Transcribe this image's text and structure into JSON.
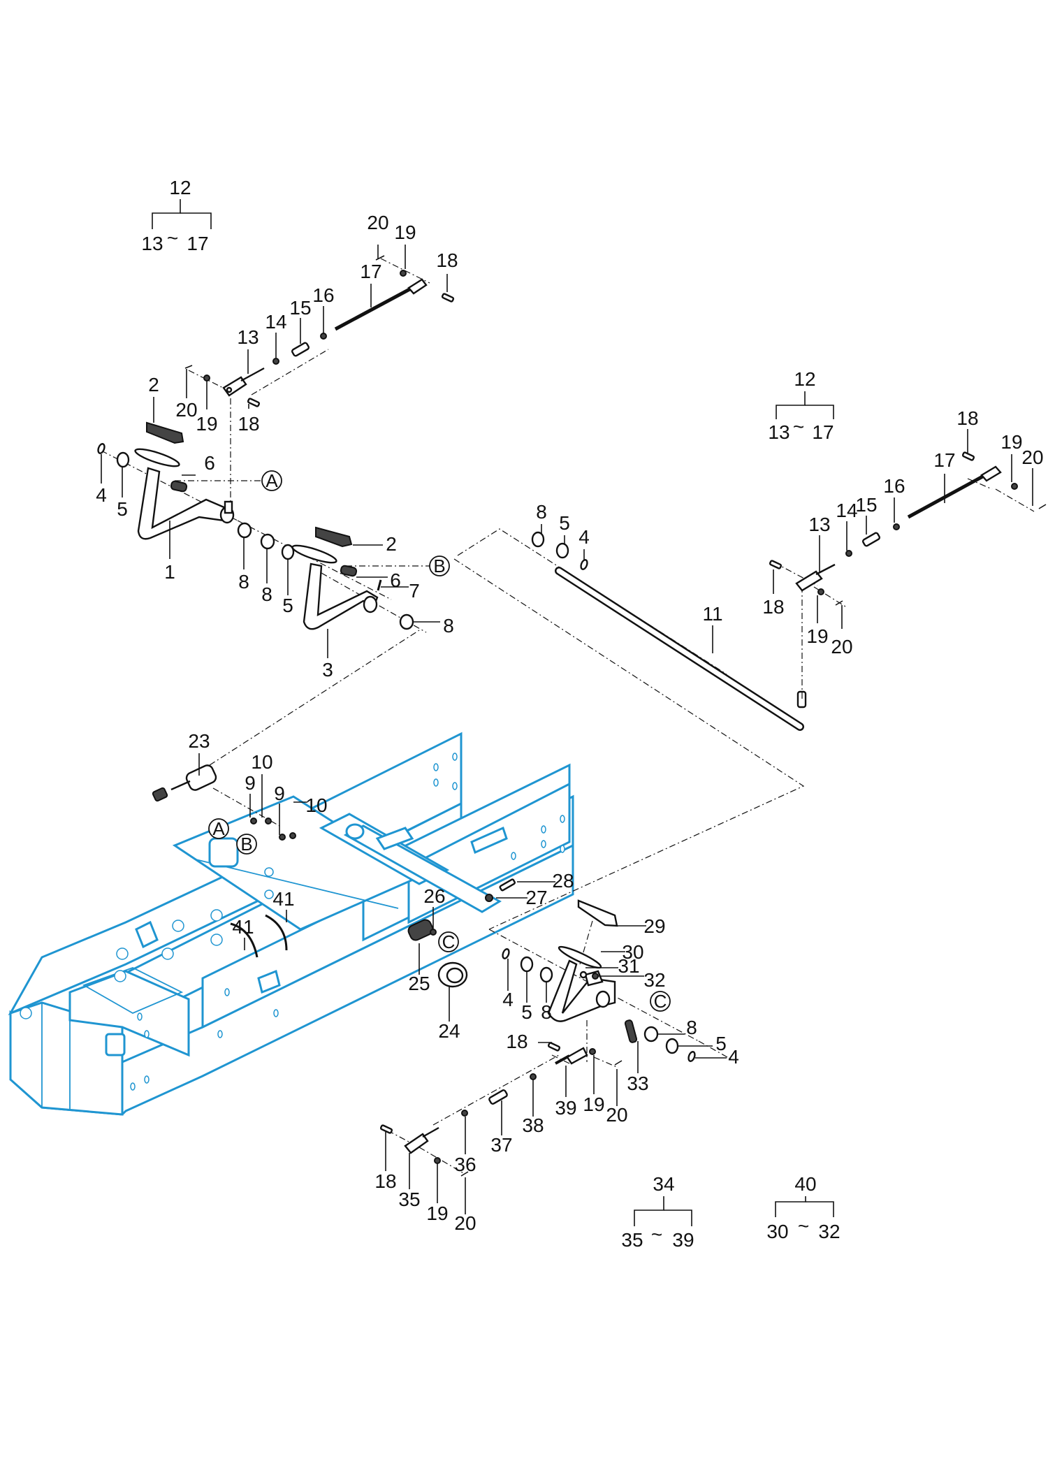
{
  "diagram": {
    "type": "exploded-parts-view",
    "accent_color": "#1f95d1",
    "line_color": "#111111",
    "assembly_groups": [
      {
        "id": "g12a",
        "parent": "12",
        "range_from": "13",
        "range_sep": "~",
        "range_to": "17"
      },
      {
        "id": "g12b",
        "parent": "12",
        "range_from": "13",
        "range_sep": "~",
        "range_to": "17"
      },
      {
        "id": "g34",
        "parent": "34",
        "range_from": "35",
        "range_sep": "~",
        "range_to": "39"
      },
      {
        "id": "g40",
        "parent": "40",
        "range_from": "30",
        "range_sep": "~",
        "range_to": "32"
      }
    ],
    "reference_markers": {
      "A": "A",
      "B": "B",
      "C": "C"
    },
    "callouts": {
      "c_20_top": "20",
      "c_19_top": "19",
      "c_18_top": "18",
      "c_17_top": "17",
      "c_16_top": "16",
      "c_15_top": "15",
      "c_14_top": "14",
      "c_13_top": "13",
      "c_20_l": "20",
      "c_19_l": "19",
      "c_18_l": "18",
      "c_2_a": "2",
      "c_4_a": "4",
      "c_5_a": "5",
      "c_6_a": "6",
      "c_1": "1",
      "c_8_a": "8",
      "c_8_b": "8",
      "c_5_b": "5",
      "c_2_b": "2",
      "c_6_b": "6",
      "c_7": "7",
      "c_8_c": "8",
      "c_3": "3",
      "c_8_d": "8",
      "c_5_c": "5",
      "c_4_b": "4",
      "c_11": "11",
      "c_13_r": "13",
      "c_14_r": "14",
      "c_15_r": "15",
      "c_16_r": "16",
      "c_17_r": "17",
      "c_18_r1": "18",
      "c_19_r1": "19",
      "c_20_r1": "20",
      "c_18_r2": "18",
      "c_19_r2": "19",
      "c_20_r2": "20",
      "c_23": "23",
      "c_10_a": "10",
      "c_9_a": "9",
      "c_9_b": "9",
      "c_10_b": "10",
      "c_41_a": "41",
      "c_41_b": "41",
      "c_26": "26",
      "c_25": "25",
      "c_24": "24",
      "c_28": "28",
      "c_27": "27",
      "c_29": "29",
      "c_30": "30",
      "c_31": "31",
      "c_32": "32",
      "c_4_c": "4",
      "c_5_d": "5",
      "c_8_e": "8",
      "c_8_f": "8",
      "c_5_e": "5",
      "c_4_d": "4",
      "c_33": "33",
      "c_18_b1": "18",
      "c_39": "39",
      "c_19_b1": "19",
      "c_20_b1": "20",
      "c_37": "37",
      "c_38": "38",
      "c_36": "36",
      "c_18_b2": "18",
      "c_35": "35",
      "c_19_b2": "19",
      "c_20_b2": "20"
    }
  }
}
